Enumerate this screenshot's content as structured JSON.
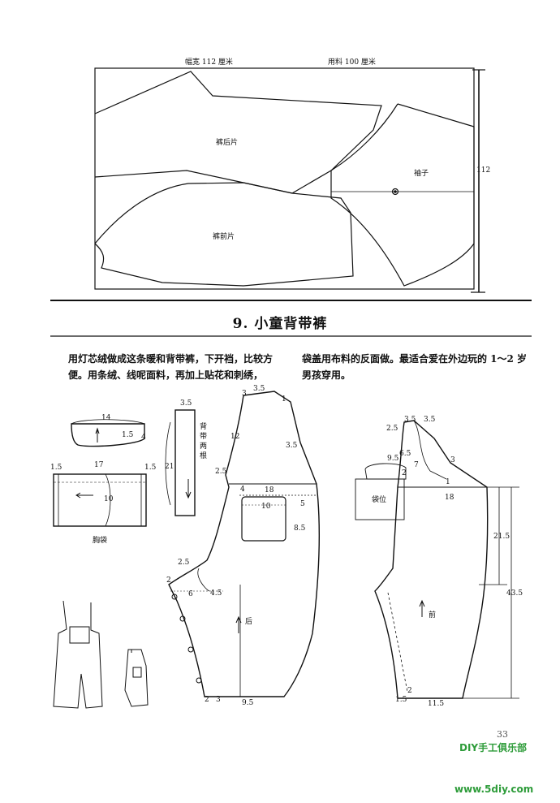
{
  "layout_top": {
    "fabric_width": "幅宽 112 厘米",
    "fabric_amount": "用料 100 厘米",
    "length_label": "112",
    "pieces": {
      "back": "裤后片",
      "front": "裤前片",
      "sleeve": "袖子"
    }
  },
  "section": {
    "title": "9. 小童背带裤"
  },
  "intro": {
    "left": "用灯芯绒做成这条暖和背带裤，下开裆，比较方便。用条绒、线呢面料，再加上贴花和刺绣，",
    "right": "袋盖用布料的反面做。最适合爱在外边玩的 1～2 岁男孩穿用。"
  },
  "pattern": {
    "strap_label": "背带两根",
    "chest_pocket_label": "胸袋",
    "back_label": "后",
    "front_label": "前",
    "pocket_position_label": "袋位",
    "measurements": {
      "flap_width": "14",
      "flap_depth": "1.5",
      "flap_side": "4",
      "pocket_left_margin": "1.5",
      "pocket_width": "17",
      "pocket_right_margin": "1.5",
      "pocket_height": "10",
      "strap_top": "3.5",
      "strap_length": "21",
      "back_top_a": "3.5",
      "back_top_b": "1",
      "back_top_c": "3",
      "back_side_12": "12",
      "back_armhole": "3.5",
      "back_bib_2_5": "2.5",
      "back_4": "4",
      "back_18": "18",
      "back_pocket_10": "10",
      "back_5": "5",
      "back_pocket_8_5": "8.5",
      "back_crotch_2_5": "2.5",
      "back_crotch_2": "2",
      "back_6": "6",
      "back_4_5": "4.5",
      "back_hem_2": "2",
      "back_hem_3": "3",
      "back_hem_9_5": "9.5",
      "front_top_3_5a": "3.5",
      "front_top_3_5b": "3.5",
      "front_2_5": "2.5",
      "front_9_5": "9.5",
      "front_6_5": "6.5",
      "front_7": "7",
      "front_2": "2",
      "front_3": "3",
      "front_1": "1",
      "front_18": "18",
      "front_21_5": "21.5",
      "front_43_5": "43.5",
      "front_hem_1_5": "1.5",
      "front_hem_2": "2",
      "front_hem_11_5": "11.5"
    }
  },
  "footer": {
    "page_number": "33",
    "club_name": "DIY手工俱乐部",
    "site": "www.5diy.com"
  }
}
